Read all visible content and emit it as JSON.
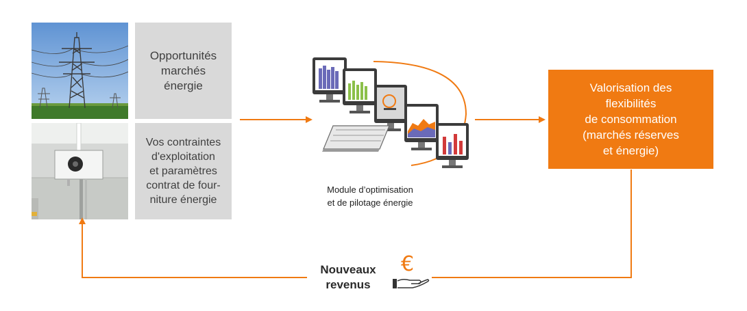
{
  "colors": {
    "accent": "#f07a12",
    "box_gray": "#d9d9d9",
    "text_dark": "#3f3f3f"
  },
  "boxes": {
    "markets": "Opportunités\nmarchés\nénergie",
    "constraints": "Vos contraintes\nd'exploitation\net paramètres\ncontrat de four-\nniture énergie",
    "valorisation": "Valorisation des\nflexibilités\nde consommation\n(marchés réserves\net énergie)"
  },
  "module_caption": "Module d’optimisation\net de pilotage énergie",
  "revenue_label": "Nouveaux\nrevenus",
  "euro_symbol": "€",
  "icons": [
    "power-pylon-photo",
    "cold-room-photo",
    "computer-monitors-icon",
    "keyboard-icon",
    "euro-icon",
    "hand-icon"
  ]
}
